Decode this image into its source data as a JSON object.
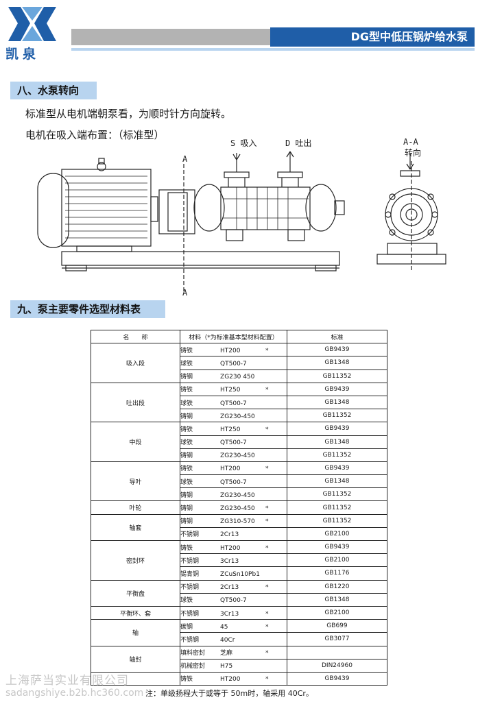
{
  "brand": {
    "name": "凯泉",
    "color": "#1f5ea8"
  },
  "header": {
    "title": "DG型中低压锅炉给水泵"
  },
  "section8": {
    "title": "八、水泵转向",
    "text1": "标准型从电机端朝泵看，为顺时针方向旋转。",
    "text2": "电机在吸入端布置：（标准型）",
    "labels": {
      "suction": "S 吸入",
      "discharge": "D 吐出",
      "section": "A-A",
      "rotation": "转向",
      "a_top": "A",
      "a_bottom": "A"
    }
  },
  "section9": {
    "title": "九、泵主要零件选型材料表"
  },
  "table": {
    "headers": [
      "名　　称",
      "材料（*为标准基本型材料配置）",
      "标准"
    ],
    "groups": [
      {
        "name": "吸入段",
        "rows": [
          {
            "material": "铸铁",
            "grade": "HT200",
            "star": "*",
            "standard": "GB9439"
          },
          {
            "material": "球铁",
            "grade": "QT500-7",
            "star": "",
            "standard": "GB1348"
          },
          {
            "material": "铸钢",
            "grade": "ZG230 450",
            "star": "",
            "standard": "GB11352"
          }
        ]
      },
      {
        "name": "吐出段",
        "rows": [
          {
            "material": "铸铁",
            "grade": "HT250",
            "star": "*",
            "standard": "GB9439"
          },
          {
            "material": "球铁",
            "grade": "QT500-7",
            "star": "",
            "standard": "GB1348"
          },
          {
            "material": "铸钢",
            "grade": "ZG230-450",
            "star": "",
            "standard": "GB11352"
          }
        ]
      },
      {
        "name": "中段",
        "rows": [
          {
            "material": "铸铁",
            "grade": "HT250",
            "star": "*",
            "standard": "GB9439"
          },
          {
            "material": "球铁",
            "grade": "QT500-7",
            "star": "",
            "standard": "GB1348"
          },
          {
            "material": "铸钢",
            "grade": "ZG230-450",
            "star": "",
            "standard": "GB11352"
          }
        ]
      },
      {
        "name": "导叶",
        "rows": [
          {
            "material": "铸铁",
            "grade": "HT200",
            "star": "*",
            "standard": "GB9439"
          },
          {
            "material": "球铁",
            "grade": "QT500-7",
            "star": "",
            "standard": "GB1348"
          },
          {
            "material": "铸钢",
            "grade": "ZG230-450",
            "star": "",
            "standard": "GB11352"
          }
        ]
      },
      {
        "name": "叶轮",
        "rows": [
          {
            "material": "铸钢",
            "grade": "ZG230-450",
            "star": "*",
            "standard": "GB11352"
          }
        ]
      },
      {
        "name": "轴套",
        "rows": [
          {
            "material": "铸钢",
            "grade": "ZG310-570",
            "star": "*",
            "standard": "GB11352"
          },
          {
            "material": "不锈钢",
            "grade": "2Cr13",
            "star": "",
            "standard": "GB2100"
          }
        ]
      },
      {
        "name": "密封环",
        "rows": [
          {
            "material": "铸铁",
            "grade": "HT200",
            "star": "*",
            "standard": "GB9439"
          },
          {
            "material": "不锈钢",
            "grade": "3Cr13",
            "star": "",
            "standard": "GB2100"
          },
          {
            "material": "锡青铜",
            "grade": "ZCuSn10Pb1",
            "star": "",
            "standard": "GB1176"
          }
        ]
      },
      {
        "name": "平衡盘",
        "rows": [
          {
            "material": "不锈钢",
            "grade": "2Cr13",
            "star": "*",
            "standard": "GB1220"
          },
          {
            "material": "球铁",
            "grade": "QT500-7",
            "star": "",
            "standard": "GB1348"
          }
        ]
      },
      {
        "name": "平衡环、套",
        "rows": [
          {
            "material": "不锈钢",
            "grade": "3Cr13",
            "star": "*",
            "standard": "GB2100"
          }
        ]
      },
      {
        "name": "轴",
        "rows": [
          {
            "material": "碳钢",
            "grade": "45",
            "star": "*",
            "standard": "GB699"
          },
          {
            "material": "不锈钢",
            "grade": "40Cr",
            "star": "",
            "standard": "GB3077"
          }
        ]
      },
      {
        "name": "轴封",
        "rows": [
          {
            "material": "填料密封",
            "grade": "芝麻",
            "star": "*",
            "standard": ""
          },
          {
            "material": "机械密封",
            "grade": "H75",
            "star": "",
            "standard": "DIN24960"
          }
        ]
      },
      {
        "name": "",
        "rows": [
          {
            "material": "铸铁",
            "grade": "HT200",
            "star": "*",
            "standard": "GB9439"
          }
        ]
      }
    ]
  },
  "note": "注：单级扬程大于或等于 50m时，轴采用 40Cr。",
  "watermark": {
    "line1": "上海萨当实业有限公司",
    "line2": "sadangshiye.b2b.hc360.com"
  }
}
